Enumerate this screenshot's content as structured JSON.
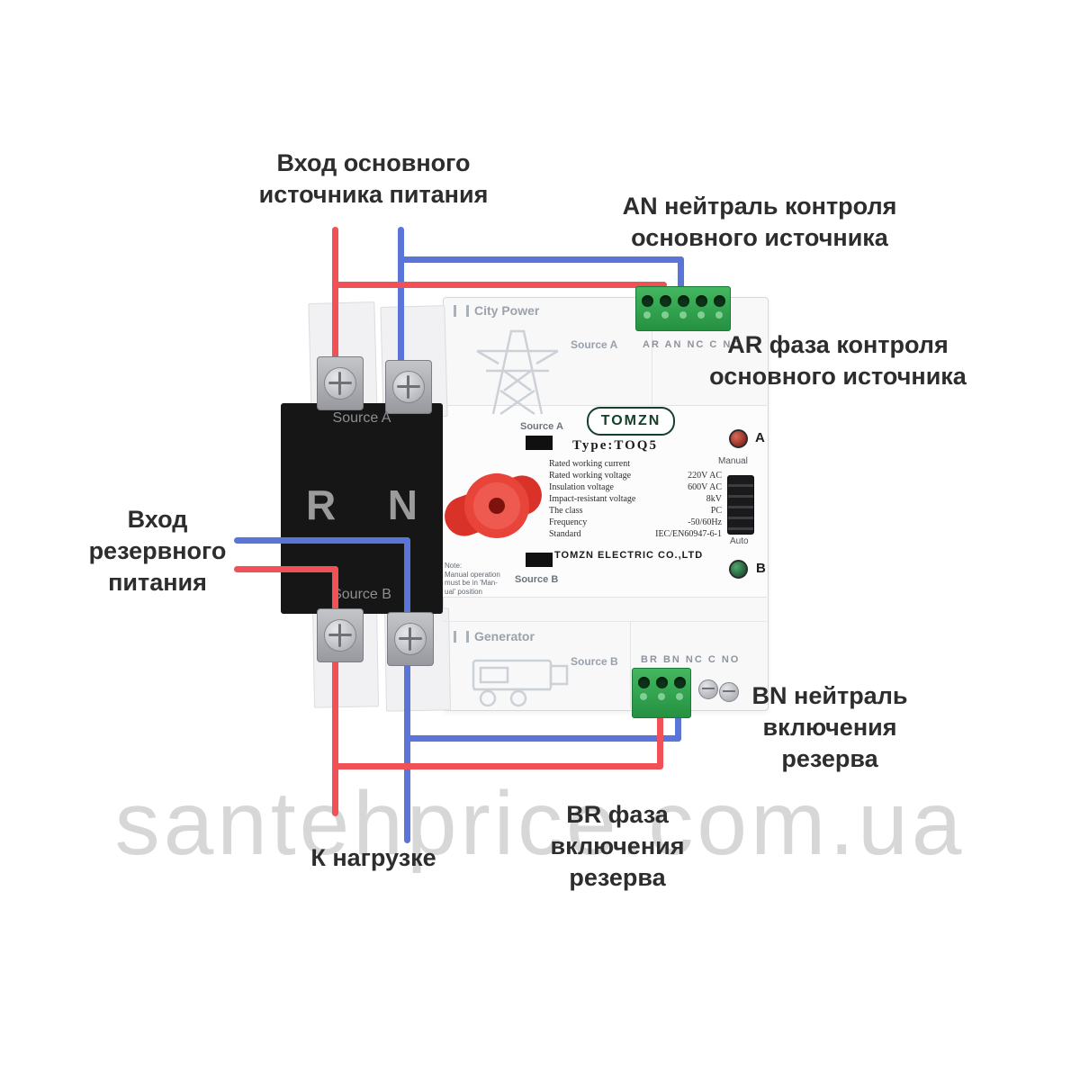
{
  "watermark": "santehprice.com.ua",
  "annotations": {
    "main_input": {
      "lines": [
        "Вход основного",
        "источника питания"
      ]
    },
    "an_neutral": {
      "lines": [
        "AN нейтраль контроля",
        "основного источника"
      ]
    },
    "ar_phase": {
      "lines": [
        "AR фаза контроля",
        "основного источника"
      ]
    },
    "reserve_input": {
      "lines": [
        "Вход",
        "резервного",
        "питания"
      ]
    },
    "bn_neutral": {
      "lines": [
        "BN нейтраль",
        "включения",
        "резерва"
      ]
    },
    "br_phase": {
      "lines": [
        "BR фаза",
        "включения",
        "резерва"
      ]
    },
    "load": "К нагрузке"
  },
  "device": {
    "brand": "TOMZN",
    "type_label": "Type:TOQ5",
    "company": "TOMZN ELECTRIC CO.,LTD",
    "city_power": "City Power",
    "generator": "Generator",
    "source_a": "Source A",
    "source_b": "Source B",
    "manual": "Manual",
    "auto": "Auto",
    "led_a": "A",
    "led_b": "B",
    "terminal_top": "AR AN NC C NO",
    "terminal_bottom": "BR BN NC C NO",
    "black_box": {
      "top": "Source A",
      "r": "R",
      "n": "N",
      "bottom": "Source B"
    },
    "specs": [
      {
        "name": "Rated working current",
        "value": ""
      },
      {
        "name": "Rated working voltage",
        "value": "220V AC"
      },
      {
        "name": "Insulation voltage",
        "value": "600V AC"
      },
      {
        "name": "Impact-resistant voltage",
        "value": "8kV"
      },
      {
        "name": "The class",
        "value": "PC"
      },
      {
        "name": "Frequency",
        "value": "-50/60Hz"
      },
      {
        "name": "Standard",
        "value": "IEC/EN60947-6-1"
      }
    ],
    "note": [
      "Note:",
      "Manual operation",
      "must be in 'Man-",
      "ual' position"
    ]
  },
  "colors": {
    "wire_red": "#ef5156",
    "wire_blue": "#5a75d8",
    "terminal_green": "#2ea84c",
    "knob_red": "#e23b33",
    "led_a_red": "#701210",
    "led_b_green": "#123a20"
  }
}
